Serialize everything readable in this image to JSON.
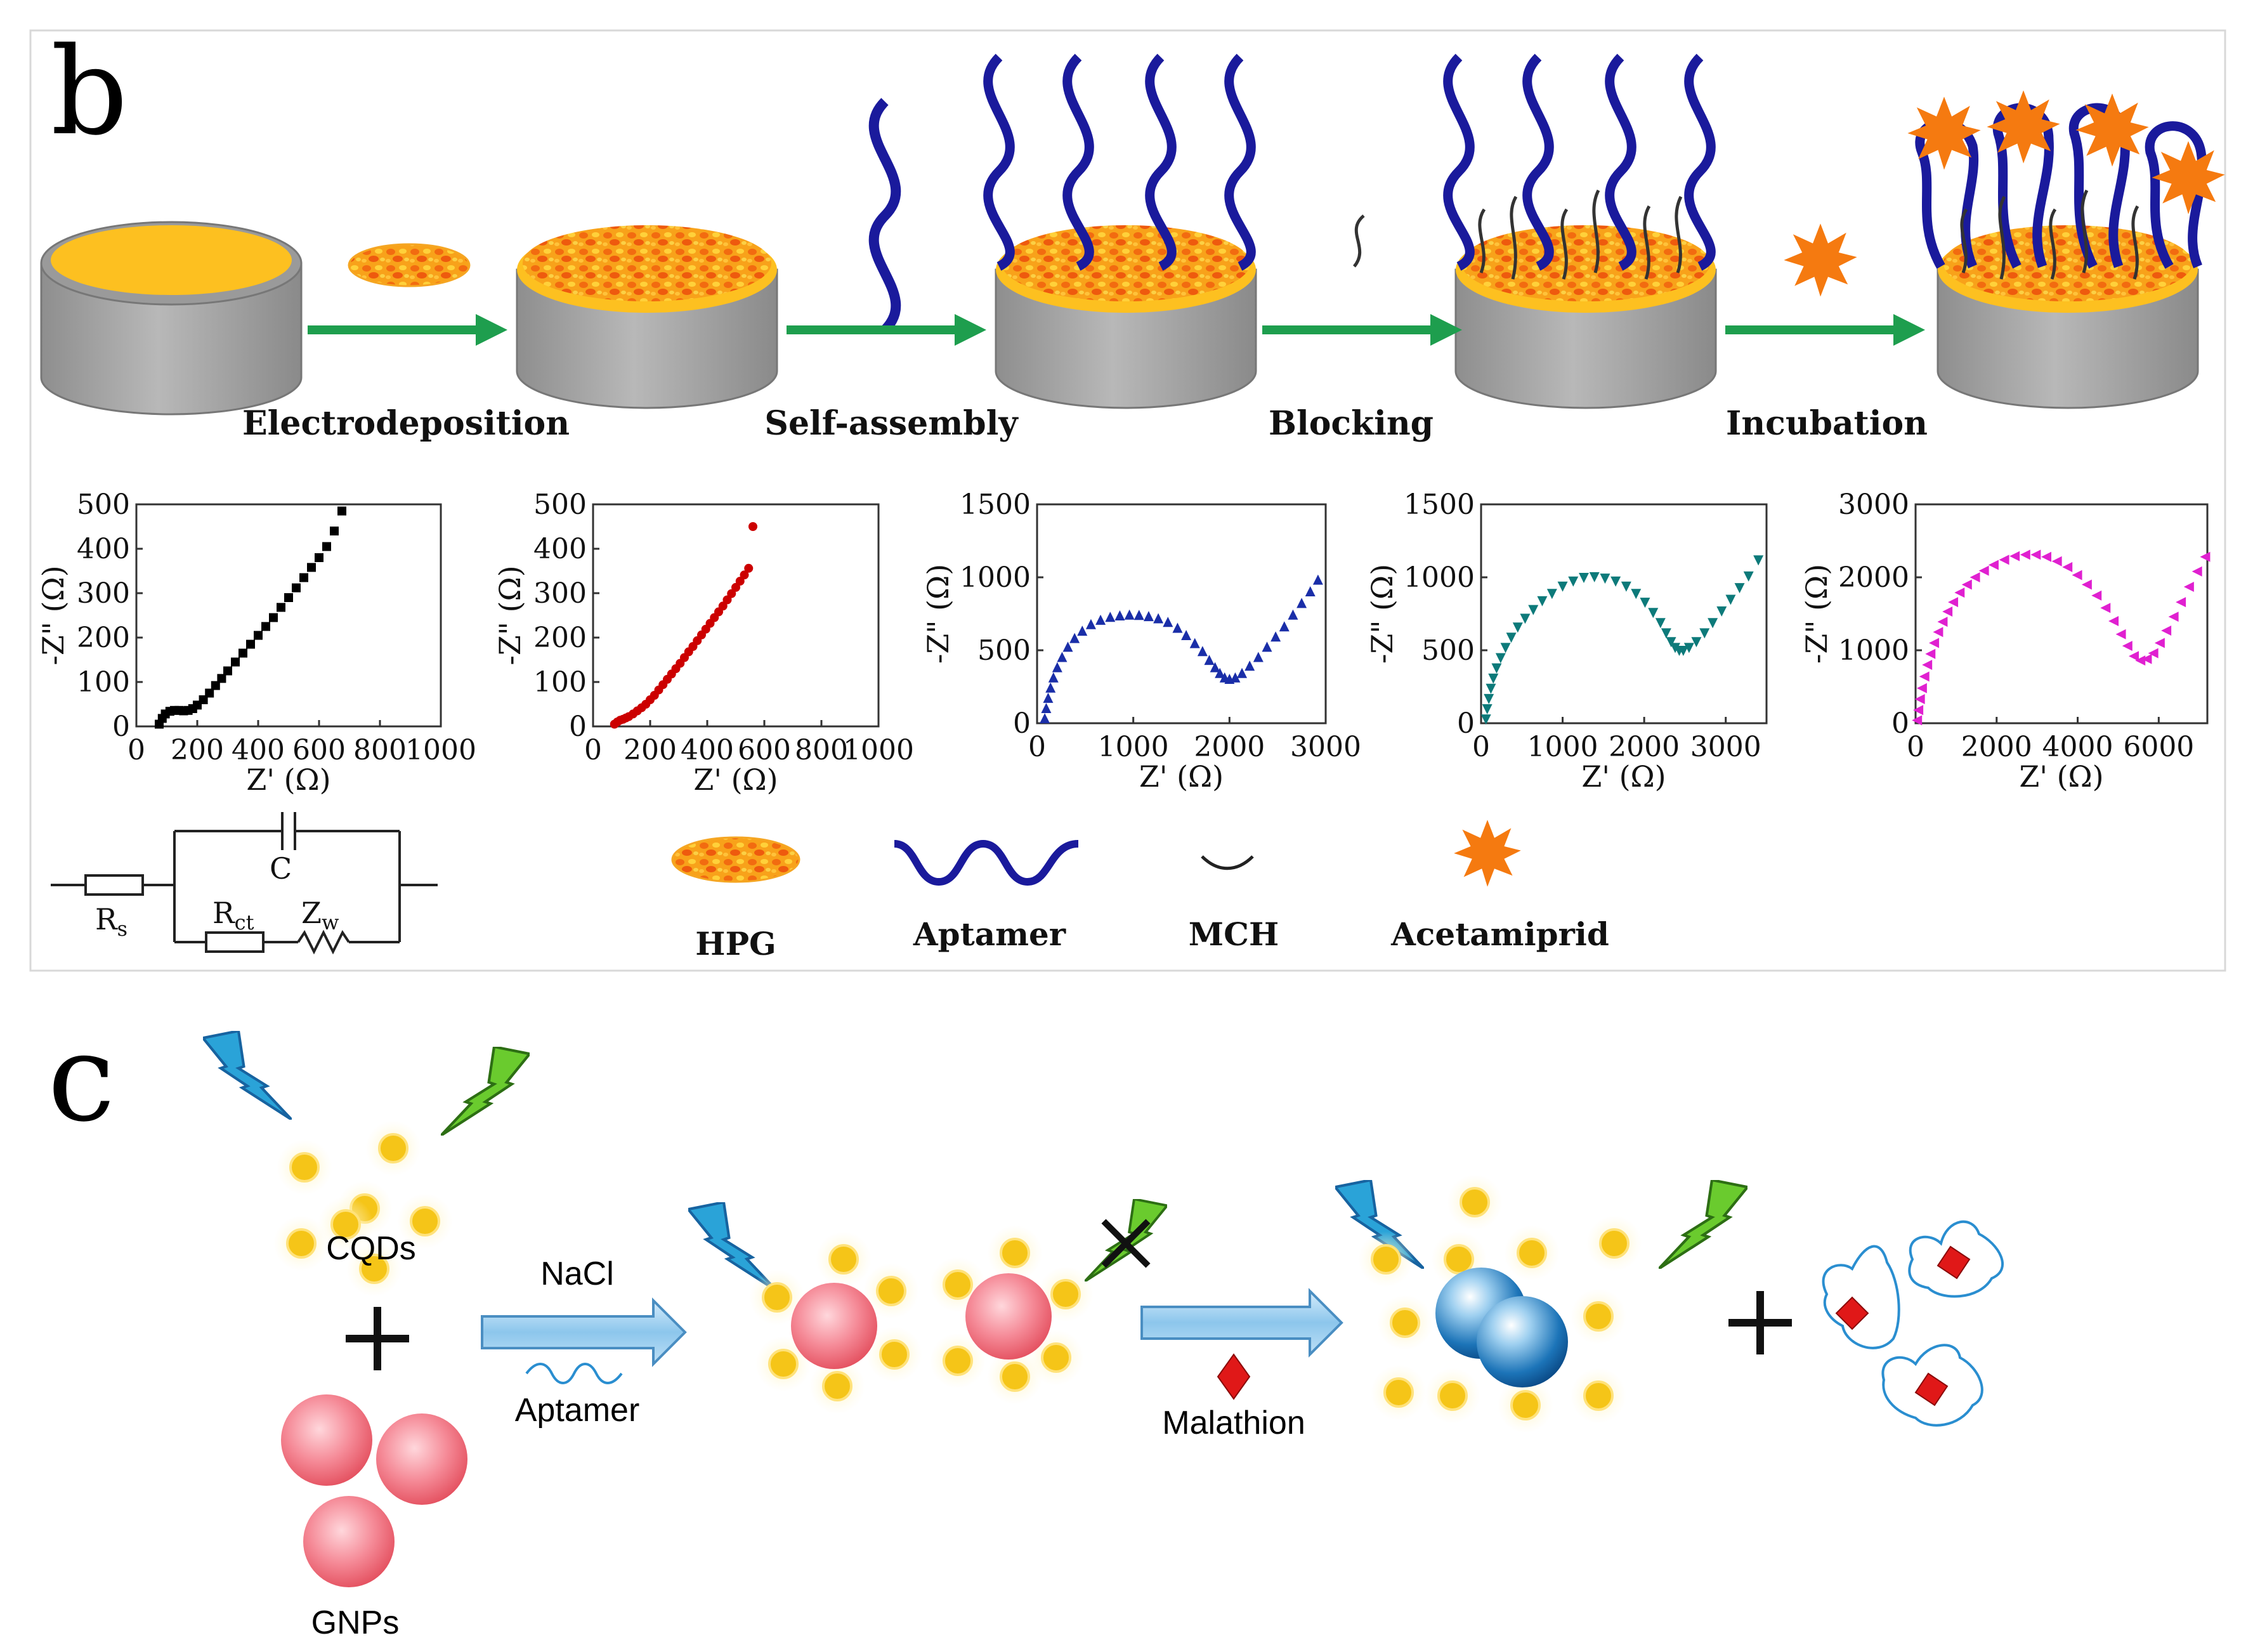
{
  "panel_b": {
    "label": "b",
    "steps": [
      "Electrodeposition",
      "Self-assembly",
      "Blocking",
      "Incubation"
    ],
    "legend": [
      "HPG",
      "Aptamer",
      "MCH",
      "Acetamiprid"
    ],
    "circuit": {
      "c": "C",
      "rs": "R",
      "rs_sub": "s",
      "rct": "R",
      "rct_sub": "ct",
      "zw": "Z",
      "zw_sub": "w"
    }
  },
  "chart_data": [
    {
      "type": "scatter",
      "xlabel": "Z' (Ω)",
      "ylabel": "-Z\" (Ω)",
      "color": "#000000",
      "marker": "square",
      "xticks": [
        "0",
        "200",
        "400",
        "600",
        "800",
        "1000"
      ],
      "yticks": [
        "0",
        "100",
        "200",
        "300",
        "400",
        "500"
      ],
      "xlim": [
        0,
        1000
      ],
      "ylim": [
        0,
        500
      ],
      "x": [
        75,
        85,
        95,
        110,
        125,
        140,
        155,
        170,
        185,
        200,
        220,
        240,
        260,
        280,
        300,
        325,
        350,
        375,
        400,
        425,
        450,
        475,
        500,
        525,
        550,
        575,
        600,
        625,
        650,
        675
      ],
      "y": [
        5,
        18,
        28,
        34,
        36,
        36,
        35,
        36,
        40,
        48,
        60,
        75,
        92,
        108,
        125,
        145,
        165,
        185,
        205,
        225,
        245,
        268,
        290,
        312,
        335,
        358,
        380,
        405,
        440,
        485
      ]
    },
    {
      "type": "scatter",
      "xlabel": "Z' (Ω)",
      "ylabel": "-Z\" (Ω)",
      "color": "#cc0000",
      "marker": "circle",
      "xticks": [
        "0",
        "200",
        "400",
        "600",
        "800",
        "1000"
      ],
      "yticks": [
        "0",
        "100",
        "200",
        "300",
        "400",
        "500"
      ],
      "xlim": [
        0,
        1000
      ],
      "ylim": [
        0,
        500
      ],
      "x": [
        75,
        85,
        95,
        105,
        115,
        125,
        140,
        155,
        170,
        185,
        200,
        215,
        230,
        245,
        260,
        275,
        290,
        305,
        320,
        335,
        350,
        365,
        380,
        395,
        410,
        425,
        440,
        455,
        470,
        485,
        500,
        515,
        530,
        545,
        560
      ],
      "y": [
        5,
        10,
        14,
        16,
        19,
        22,
        28,
        35,
        42,
        50,
        60,
        70,
        82,
        94,
        106,
        118,
        130,
        142,
        155,
        168,
        180,
        193,
        206,
        219,
        232,
        245,
        258,
        271,
        285,
        299,
        313,
        327,
        341,
        356,
        450
      ]
    },
    {
      "type": "scatter",
      "xlabel": "Z' (Ω)",
      "ylabel": "-Z\" (Ω)",
      "color": "#1a2ea8",
      "marker": "triangle-up",
      "xticks": [
        "0",
        "1000",
        "2000",
        "3000"
      ],
      "yticks": [
        "0",
        "500",
        "1000",
        "1500"
      ],
      "xlim": [
        0,
        3000
      ],
      "ylim": [
        0,
        1500
      ],
      "x": [
        80,
        95,
        115,
        140,
        170,
        210,
        260,
        320,
        390,
        470,
        560,
        660,
        760,
        860,
        960,
        1060,
        1160,
        1260,
        1360,
        1460,
        1550,
        1640,
        1720,
        1790,
        1850,
        1900,
        1950,
        2000,
        2060,
        2130,
        2210,
        2300,
        2390,
        2480,
        2570,
        2660,
        2750,
        2840,
        2920
      ],
      "y": [
        30,
        100,
        170,
        240,
        310,
        380,
        450,
        520,
        580,
        630,
        675,
        705,
        725,
        735,
        740,
        738,
        730,
        715,
        690,
        650,
        600,
        545,
        490,
        430,
        380,
        340,
        310,
        300,
        310,
        340,
        390,
        450,
        520,
        590,
        660,
        740,
        820,
        900,
        980
      ]
    },
    {
      "type": "scatter",
      "xlabel": "Z' (Ω)",
      "ylabel": "-Z\" (Ω)",
      "color": "#0d7a7a",
      "marker": "triangle-down",
      "xticks": [
        "0",
        "1000",
        "2000",
        "3000"
      ],
      "yticks": [
        "0",
        "500",
        "1000",
        "1500"
      ],
      "xlim": [
        0,
        3500
      ],
      "ylim": [
        0,
        1500
      ],
      "x": [
        60,
        75,
        95,
        120,
        150,
        190,
        240,
        300,
        370,
        450,
        540,
        640,
        750,
        870,
        1000,
        1130,
        1260,
        1390,
        1520,
        1650,
        1780,
        1900,
        2010,
        2110,
        2200,
        2270,
        2330,
        2380,
        2430,
        2480,
        2550,
        2640,
        2740,
        2840,
        2950,
        3060,
        3170,
        3280,
        3400
      ],
      "y": [
        30,
        100,
        170,
        240,
        310,
        380,
        450,
        520,
        590,
        660,
        720,
        780,
        840,
        890,
        940,
        975,
        1000,
        1005,
        995,
        975,
        940,
        890,
        830,
        760,
        690,
        620,
        560,
        520,
        500,
        500,
        520,
        560,
        620,
        690,
        770,
        850,
        930,
        1010,
        1120
      ]
    },
    {
      "type": "scatter",
      "xlabel": "Z' (Ω)",
      "ylabel": "-Z\" (Ω)",
      "color": "#e020d0",
      "marker": "triangle-left",
      "xticks": [
        "0",
        "2000",
        "4000",
        "6000"
      ],
      "yticks": [
        "0",
        "1000",
        "2000",
        "3000"
      ],
      "xlim": [
        0,
        7200
      ],
      "ylim": [
        0,
        3000
      ],
      "x": [
        50,
        80,
        120,
        170,
        230,
        300,
        380,
        470,
        570,
        680,
        800,
        940,
        1100,
        1280,
        1480,
        1700,
        1940,
        2200,
        2460,
        2720,
        2980,
        3240,
        3500,
        3760,
        4000,
        4240,
        4480,
        4700,
        4900,
        5080,
        5240,
        5400,
        5560,
        5720,
        5880,
        6040,
        6200,
        6380,
        6560,
        6760,
        6960,
        7160
      ],
      "y": [
        40,
        180,
        330,
        480,
        640,
        800,
        950,
        1100,
        1250,
        1390,
        1530,
        1660,
        1790,
        1900,
        2000,
        2090,
        2170,
        2240,
        2290,
        2310,
        2310,
        2280,
        2220,
        2140,
        2030,
        1900,
        1750,
        1580,
        1400,
        1220,
        1060,
        920,
        860,
        880,
        960,
        1100,
        1270,
        1460,
        1660,
        1870,
        2080,
        2280
      ]
    }
  ],
  "panel_c": {
    "label": "c",
    "cqds": "CQDs",
    "gnps": "GNPs",
    "nacl": "NaCl",
    "aptamer": "Aptamer",
    "malathion": "Malathion"
  }
}
